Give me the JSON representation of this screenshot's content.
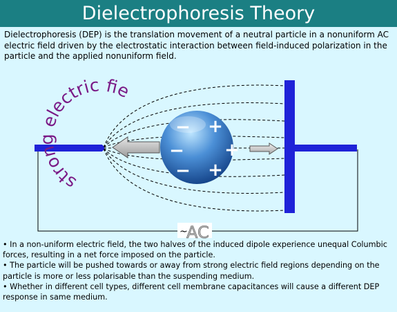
{
  "title": "Dielectrophoresis Theory",
  "intro": "Dielectrophoresis (DEP) is the translation movement of a neutral particle in a nonuniform AC electric field driven by the electrostatic interaction between field-induced polarization in the particle and the applied nonuniform field.",
  "diagram": {
    "field_label": "strong electric field",
    "ac_symbol": "~",
    "ac_label": "AC",
    "charges": [
      "−",
      "+",
      "−",
      "+",
      "−",
      "+"
    ]
  },
  "bullets": [
    "• In a non-uniform electric field, the two halves of the induced dipole experience unequal Columbic forces, resulting in a net force imposed on the particle.",
    "• The particle will be pushed towards or away from strong electric field regions depending on the particle is more or less polarisable than the suspending medium.",
    "• Whether  in different cell types, different cell membrane capacitances will cause a different DEP response in same medium."
  ],
  "colors": {
    "title_bar": "#1b7f83",
    "background": "#d9f7ff",
    "electrode": "#1f22d8",
    "field_label": "#7a1a86"
  }
}
